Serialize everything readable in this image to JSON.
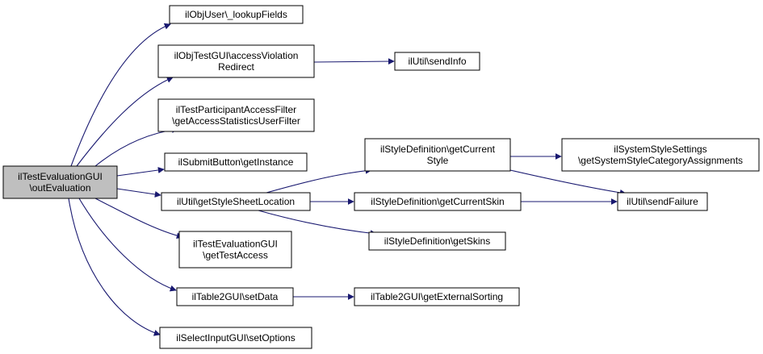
{
  "colors": {
    "edge": "#191970",
    "node_border": "#000000",
    "node_fill": "#ffffff",
    "root_fill": "#bfbfbf"
  },
  "nodes": [
    {
      "id": "root",
      "lines": [
        "ilTestEvaluationGUI",
        "\\outEvaluation"
      ],
      "root": true
    },
    {
      "id": "lookup",
      "lines": [
        "ilObjUser\\_lookupFields"
      ]
    },
    {
      "id": "access",
      "lines": [
        "ilObjTestGUI\\accessViolation",
        "Redirect"
      ]
    },
    {
      "id": "sendinfo",
      "lines": [
        "ilUtil\\sendInfo"
      ]
    },
    {
      "id": "partfilter",
      "lines": [
        "ilTestParticipantAccessFilter",
        "\\getAccessStatisticsUserFilter"
      ]
    },
    {
      "id": "submit",
      "lines": [
        "ilSubmitButton\\getInstance"
      ]
    },
    {
      "id": "stylesheet",
      "lines": [
        "ilUtil\\getStyleSheetLocation"
      ]
    },
    {
      "id": "curstyle",
      "lines": [
        "ilStyleDefinition\\getCurrent",
        "Style"
      ]
    },
    {
      "id": "sysstyle",
      "lines": [
        "ilSystemStyleSettings",
        "\\getSystemStyleCategoryAssignments"
      ]
    },
    {
      "id": "curskin",
      "lines": [
        "ilStyleDefinition\\getCurrentSkin"
      ]
    },
    {
      "id": "sendfail",
      "lines": [
        "ilUtil\\sendFailure"
      ]
    },
    {
      "id": "skins",
      "lines": [
        "ilStyleDefinition\\getSkins"
      ]
    },
    {
      "id": "testaccess",
      "lines": [
        "ilTestEvaluationGUI",
        "\\getTestAccess"
      ]
    },
    {
      "id": "setdata",
      "lines": [
        "ilTable2GUI\\setData"
      ]
    },
    {
      "id": "extsort",
      "lines": [
        "ilTable2GUI\\getExternalSorting"
      ]
    },
    {
      "id": "setoptions",
      "lines": [
        "ilSelectInputGUI\\setOptions"
      ]
    }
  ],
  "edges": [
    {
      "from": "root",
      "to": "lookup"
    },
    {
      "from": "root",
      "to": "access"
    },
    {
      "from": "root",
      "to": "partfilter"
    },
    {
      "from": "root",
      "to": "submit"
    },
    {
      "from": "root",
      "to": "stylesheet"
    },
    {
      "from": "root",
      "to": "testaccess"
    },
    {
      "from": "root",
      "to": "setdata"
    },
    {
      "from": "root",
      "to": "setoptions"
    },
    {
      "from": "access",
      "to": "sendinfo"
    },
    {
      "from": "stylesheet",
      "to": "curstyle"
    },
    {
      "from": "stylesheet",
      "to": "curskin"
    },
    {
      "from": "stylesheet",
      "to": "skins"
    },
    {
      "from": "curstyle",
      "to": "sysstyle"
    },
    {
      "from": "curstyle",
      "to": "sendfail"
    },
    {
      "from": "curskin",
      "to": "sendfail"
    },
    {
      "from": "setdata",
      "to": "extsort"
    }
  ]
}
